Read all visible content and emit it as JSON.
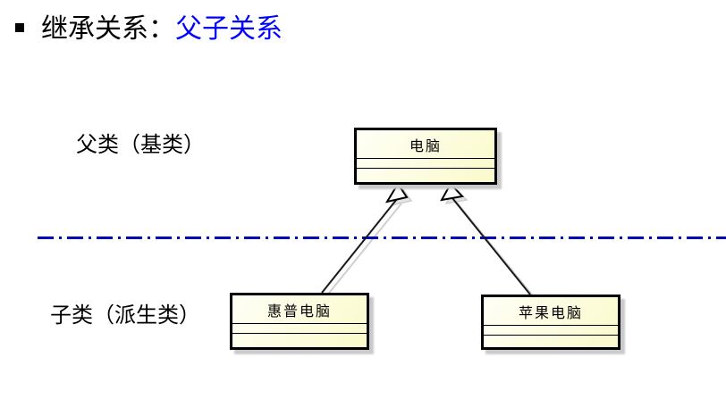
{
  "slide": {
    "title": {
      "prefix": "继承关系：",
      "highlight": "父子关系"
    }
  },
  "annotations": {
    "parent_label": "父类（基类）",
    "child_label": "子类（派生类）"
  },
  "diagram": {
    "type": "uml-class-diagram",
    "parent_class": {
      "name": "电脑",
      "attributes": [],
      "operations": []
    },
    "child_classes": [
      {
        "name": "惠普电脑",
        "attributes": [],
        "operations": []
      },
      {
        "name": "苹果电脑",
        "attributes": [],
        "operations": []
      }
    ]
  },
  "theme": {
    "highlight_text_color": "#0000FF",
    "divider_line_color": "#0000BB",
    "class_fill_light": "#FFFFF6",
    "class_fill_dark": "#FAFACB",
    "class_border_color": "#000000",
    "shadow_color": "#C9C9C9",
    "text_color": "#000000"
  }
}
